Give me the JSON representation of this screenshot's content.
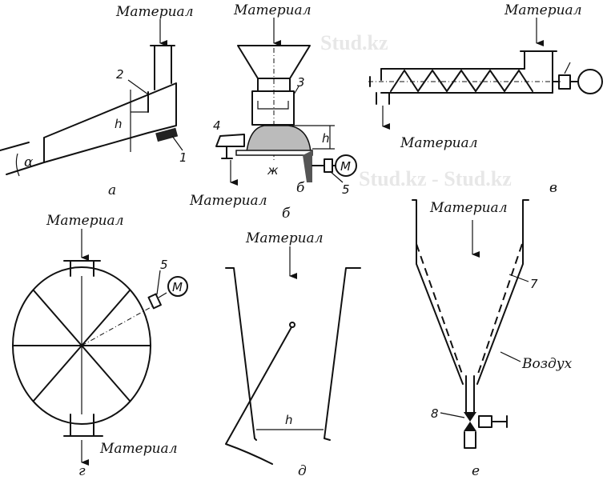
{
  "watermark": "Stud.kz",
  "watermark_dash": "Stud.kz - Stud.kz",
  "material": "Материал",
  "panels": {
    "a": {
      "letter": "а",
      "callouts": [
        "1",
        "2"
      ],
      "h": "h",
      "alpha": "α"
    },
    "b": {
      "letter": "б",
      "callouts": [
        "3",
        "4",
        "5"
      ],
      "h": "h",
      "motor": "М",
      "mark": "ж"
    },
    "v": {
      "letter": "в"
    },
    "g": {
      "letter": "г",
      "callout": "5",
      "motor": "М"
    },
    "d": {
      "letter": "д",
      "h": "h"
    },
    "e": {
      "letter": "е",
      "callouts": [
        "7",
        "8"
      ],
      "air": "Воздух"
    }
  }
}
